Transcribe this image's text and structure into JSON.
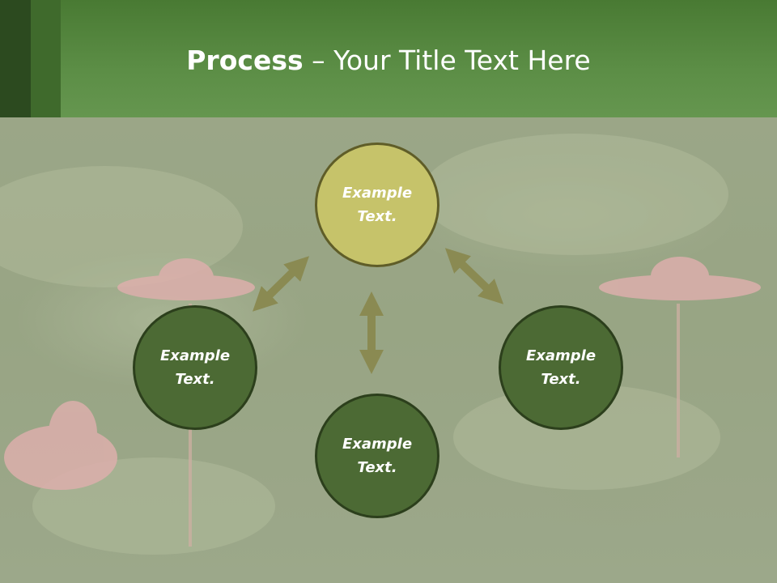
{
  "header": {
    "title_bold": "Process",
    "title_rest": " – Your Title Text Here"
  },
  "nodes": {
    "top": "Example Text.",
    "left": "Example Text.",
    "right": "Example Text.",
    "bottom": "Example Text."
  },
  "colors": {
    "header": "#5c8e46",
    "header_dark": "#2c4a1f",
    "node_top": "#c6c36a",
    "node_green": "#4c6a34",
    "arrow": "#8a8a52",
    "title_text": "#ffffff"
  },
  "icons": {
    "arrows": "double-headed-arrow"
  }
}
